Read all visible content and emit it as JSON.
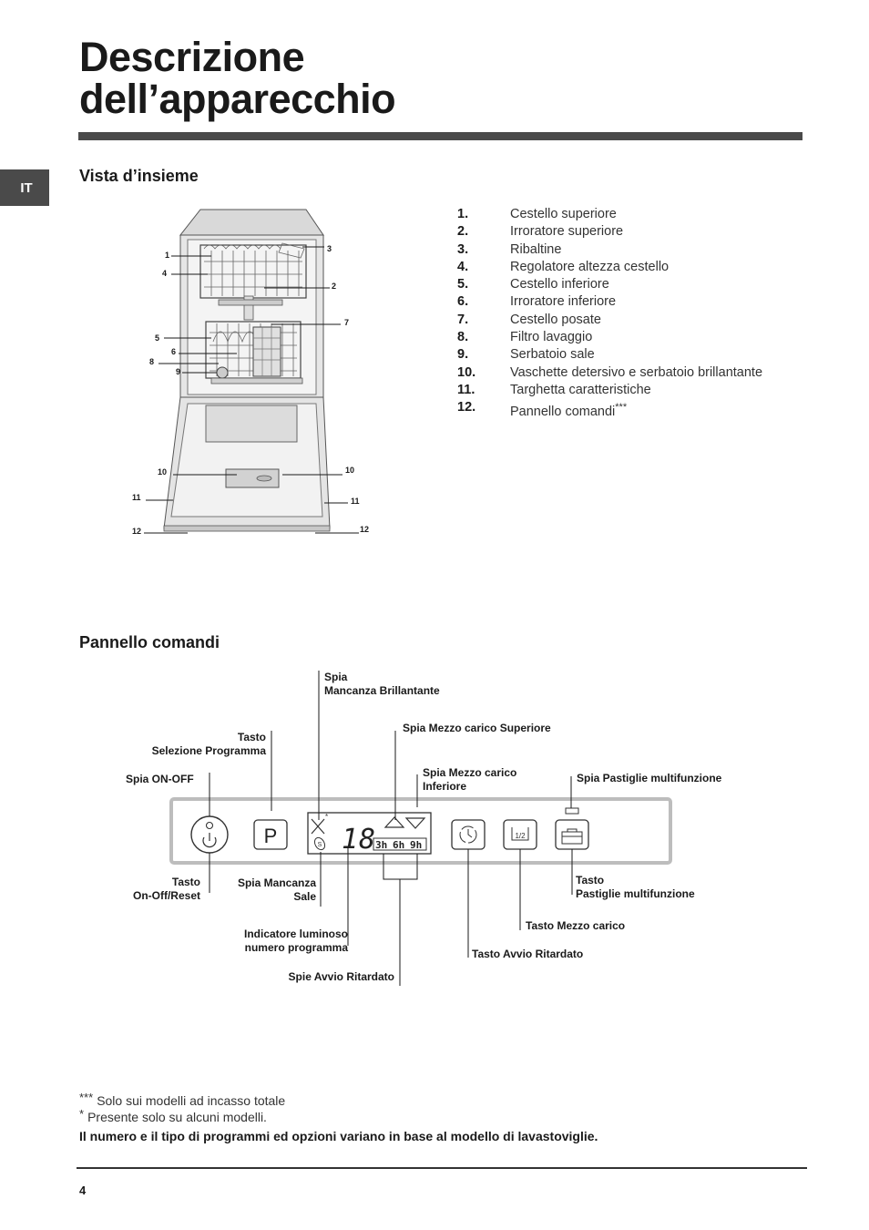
{
  "title_line1": "Descrizione",
  "title_line2": "dell’apparecchio",
  "language_tab": "IT",
  "overview": {
    "heading": "Vista d’insieme",
    "parts": [
      {
        "num": "1.",
        "label": "Cestello superiore"
      },
      {
        "num": "2.",
        "label": "Irroratore superiore"
      },
      {
        "num": "3.",
        "label": "Ribaltine"
      },
      {
        "num": "4.",
        "label": "Regolatore altezza cestello"
      },
      {
        "num": "5.",
        "label": "Cestello inferiore"
      },
      {
        "num": "6.",
        "label": "Irroratore inferiore"
      },
      {
        "num": "7.",
        "label": "Cestello posate"
      },
      {
        "num": "8.",
        "label": "Filtro lavaggio"
      },
      {
        "num": "9.",
        "label": "Serbatoio sale"
      },
      {
        "num": "10.",
        "label": "Vaschette detersivo e serbatoio brillantante"
      },
      {
        "num": "11.",
        "label": "Targhetta caratteristiche"
      },
      {
        "num": "12.",
        "label": "Pannello comandi",
        "mark": "***"
      }
    ],
    "diagram_callouts": {
      "c1": "1",
      "c2": "2",
      "c3": "3",
      "c4": "4",
      "c5": "5",
      "c6": "6",
      "c7": "7",
      "c8": "8",
      "c9": "9",
      "c10l": "10",
      "c10r": "10",
      "c11l": "11",
      "c11r": "11",
      "c12l": "12",
      "c12r": "12"
    }
  },
  "control_panel": {
    "heading": "Pannello comandi",
    "display_number": "18",
    "delay_hours": [
      "3h",
      "6h",
      "9h"
    ],
    "program_button_glyph": "P",
    "half_load_glyph": "1/2",
    "salt_glyph": "S",
    "labels": {
      "spia_brillantante": [
        "Spia",
        "Mancanza Brillantante"
      ],
      "spia_mezzo_superiore": "Spia Mezzo carico Superiore",
      "tasto_selezione": [
        "Tasto",
        "Selezione Programma"
      ],
      "spia_mezzo_inferiore": [
        "Spia Mezzo carico",
        "Inferiore"
      ],
      "spia_on_off": "Spia ON-OFF",
      "spia_pastiglie": "Spia Pastiglie multifunzione",
      "tasto_on_off": [
        "Tasto",
        "On-Off/Reset"
      ],
      "spia_sale": [
        "Spia Mancanza",
        "Sale"
      ],
      "tasto_pastiglie": [
        "Tasto",
        "Pastiglie multifunzione"
      ],
      "tasto_mezzo_carico": "Tasto Mezzo carico",
      "indicatore_programma": [
        "Indicatore luminoso",
        "numero programma"
      ],
      "tasto_avvio_ritardato": "Tasto Avvio Ritardato",
      "spie_avvio_ritardato": "Spie Avvio Ritardato"
    }
  },
  "footnotes": {
    "triple_mark": "***",
    "triple_text": "Solo sui modelli ad incasso totale",
    "single_mark": "*",
    "single_text": "Presente solo su alcuni modelli.",
    "bold_note": "Il numero e il tipo di programmi ed opzioni variano in base al modello di lavastoviglie."
  },
  "page_number": "4"
}
